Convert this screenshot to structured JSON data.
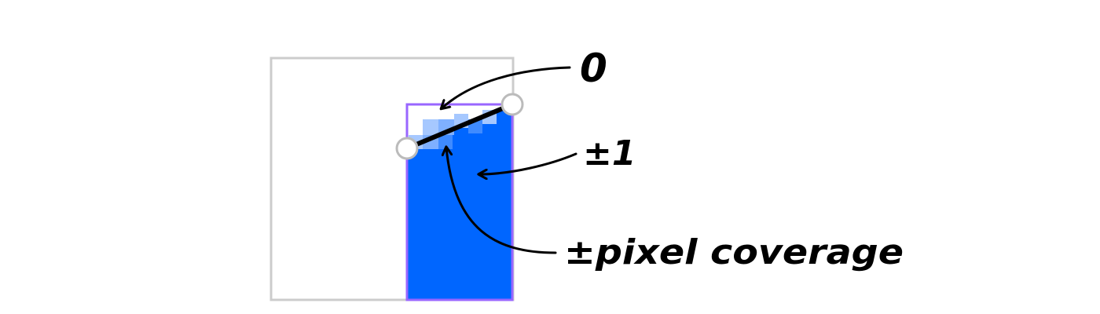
{
  "labels": {
    "zero": "0",
    "plus_minus_one": "±1",
    "pixel_coverage": "±pixel coverage"
  },
  "colors": {
    "outer_box_stroke": "#cccccc",
    "inner_box_stroke": "#9966ff",
    "fill_blue": "#0066ff",
    "coverage_light": "#a6c8ff",
    "coverage_mid": "#7fb0ff",
    "coverage_dark": "#3f8bff",
    "segment": "#000000",
    "endpoint_fill": "#ffffff",
    "endpoint_stroke": "#bbbbbb",
    "arrow": "#000000"
  },
  "icons": {
    "endpoint": "circle-handle",
    "pointer": "curved-arrow"
  }
}
